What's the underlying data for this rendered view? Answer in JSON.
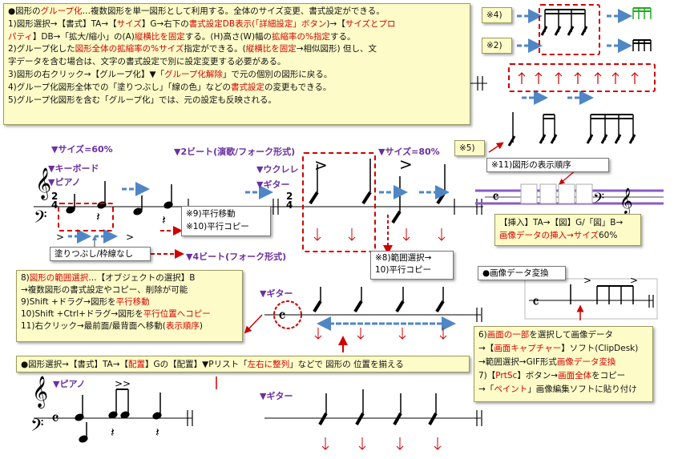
{
  "main_note": {
    "l1a": "●図形の",
    "l1b": "グループ化",
    "l1c": "…複数図形を単一図形として利用する。全体のサイズ変更、書式設定ができる。",
    "l2a": "1)図形選択→【書式】TA→【",
    "l2b": "サイズ",
    "l2c": "】G→右下の",
    "l2d": "書式設定DB表示(「詳細設定」ボタン",
    "l2e": ")→【",
    "l2f": "サイズとプロ",
    "l3a": "パティ",
    "l3b": "】DB→「拡大/縮小」の(A)",
    "l3c": "縦横比を固定",
    "l3d": "する。(H)高さ(W)幅の",
    "l3e": "拡縮率の%指定",
    "l3f": "する。",
    "l4a": "2)グループ化した",
    "l4b": "図形全体の拡縮率の%サイズ",
    "l4c": "指定ができる。(",
    "l4d": "縦横比を固定",
    "l4e": "→相似図形) 但し、文",
    "l5": "字データを含む場合は、文字の書式設定で別に設定変更する必要がある。",
    "l6a": "3)図形の右クリック→【グループ化】▼「",
    "l6b": "グループ化解除",
    "l6c": "」で元の個別の図形に戻る。",
    "l7a": "4)グループ化図形全体での「塗りつぶし」「線の色」などの",
    "l7b": "書式設定",
    "l7c": "の変更もできる。",
    "l8": "5)グループ化図形を含む「グループ化」では、元の設定も反映される。"
  },
  "labels": {
    "note4": "※4)",
    "note2": "※2)",
    "note5": "※5)",
    "size60": "▼サイズ=60%",
    "beat2": "▼2ビート(演歌/フォーク形式)",
    "size80": "▼サイズ=80%",
    "keyboard": "▼キーボード",
    "piano": "▼ピアノ",
    "ukulele": "▼ウクレレ",
    "guitar": "▼ギター",
    "guitar2": "▼ギター",
    "guitar3": "▼ギター",
    "piano2": "▼ピアノ",
    "beat4": "▼4ビート(フォーク形式)",
    "order11": "※11)図形の表示順序",
    "move9": "※9)平行移動",
    "copy10": "※10)平行コピー",
    "fill": "塗りつぶし/枠線なし",
    "range8a": "※8)範囲選択→",
    "range8b": "10)平行コピー",
    "image_convert": "●画像データ変換",
    "time24a": "2",
    "time24b": "4",
    "time24c": "2",
    "time24d": "4"
  },
  "insert_note": {
    "l1": "【挿入】TA→【図】G/「図」B→",
    "l2a": "画像データの挿入→サイズ",
    "l2b": "60%"
  },
  "left_note": {
    "l1a": "8)",
    "l1b": "図形の範囲選択",
    "l1c": "…【オブジェクトの選択】B",
    "l2": "→複数図形の書式設定やコピー、削除が可能",
    "l3a": "9)Shift +ドラグ→図形を",
    "l3b": "平行移動",
    "l4a": "10)Shift +Ctrl+ドラグ→図形を",
    "l4b": "平行位置へコピー",
    "l5a": "11)右クリック→最前面/最背面へ移動(",
    "l5b": "表示順序",
    "l5c": ")"
  },
  "right_note": {
    "l1a": "6)",
    "l1b": "画面の一部",
    "l1c": "を選択して画像データ",
    "l2a": "→【",
    "l2b": "画面キャプチャー",
    "l2c": "】ソフト(ClipDesk)",
    "l3a": "→範囲選択→GIF形式",
    "l3b": "画像データ変換",
    "l4a": "7)【",
    "l4b": "PrtSc",
    "l4c": "】ボタン→",
    "l4d": "画面全体",
    "l4e": "をコピー",
    "l5a": "→「",
    "l5b": "ペイント",
    "l5c": "」画像編集ソフトに貼り付け"
  },
  "bottom_note": {
    "a": "●図形選択→【書式】TA→【",
    "b": "配置",
    "c": "】Gの【配置】▼Pリスト「",
    "d": "左右に整列",
    "e": "」などで 図形の 位置を揃える"
  },
  "colors": {
    "arrow_blue": "#4f86c6",
    "dash_red": "#d00000",
    "note_bg": "#fdfcc8",
    "purple": "#6a2fa0",
    "green": "#22aa22"
  }
}
